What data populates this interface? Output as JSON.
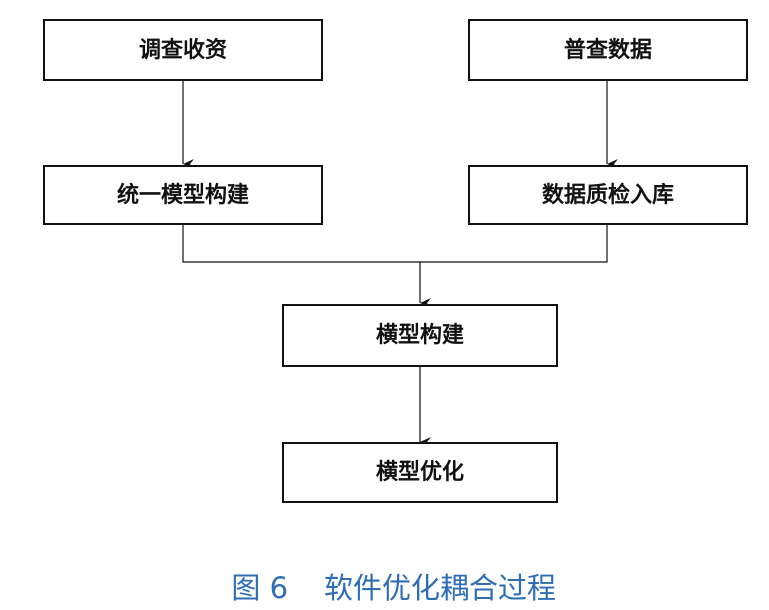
{
  "nodes": {
    "survey_collection": "调查收资",
    "census_data": "普查数据",
    "unified_model": "统一模型构建",
    "data_qc": "数据质检入库",
    "model_build": "横型构建",
    "model_optimize": "横型优化"
  },
  "caption": {
    "figure_number": "图 6",
    "title": "软件优化耦合过程"
  },
  "colors": {
    "caption": "#2f6db5",
    "stroke": "#111111"
  }
}
